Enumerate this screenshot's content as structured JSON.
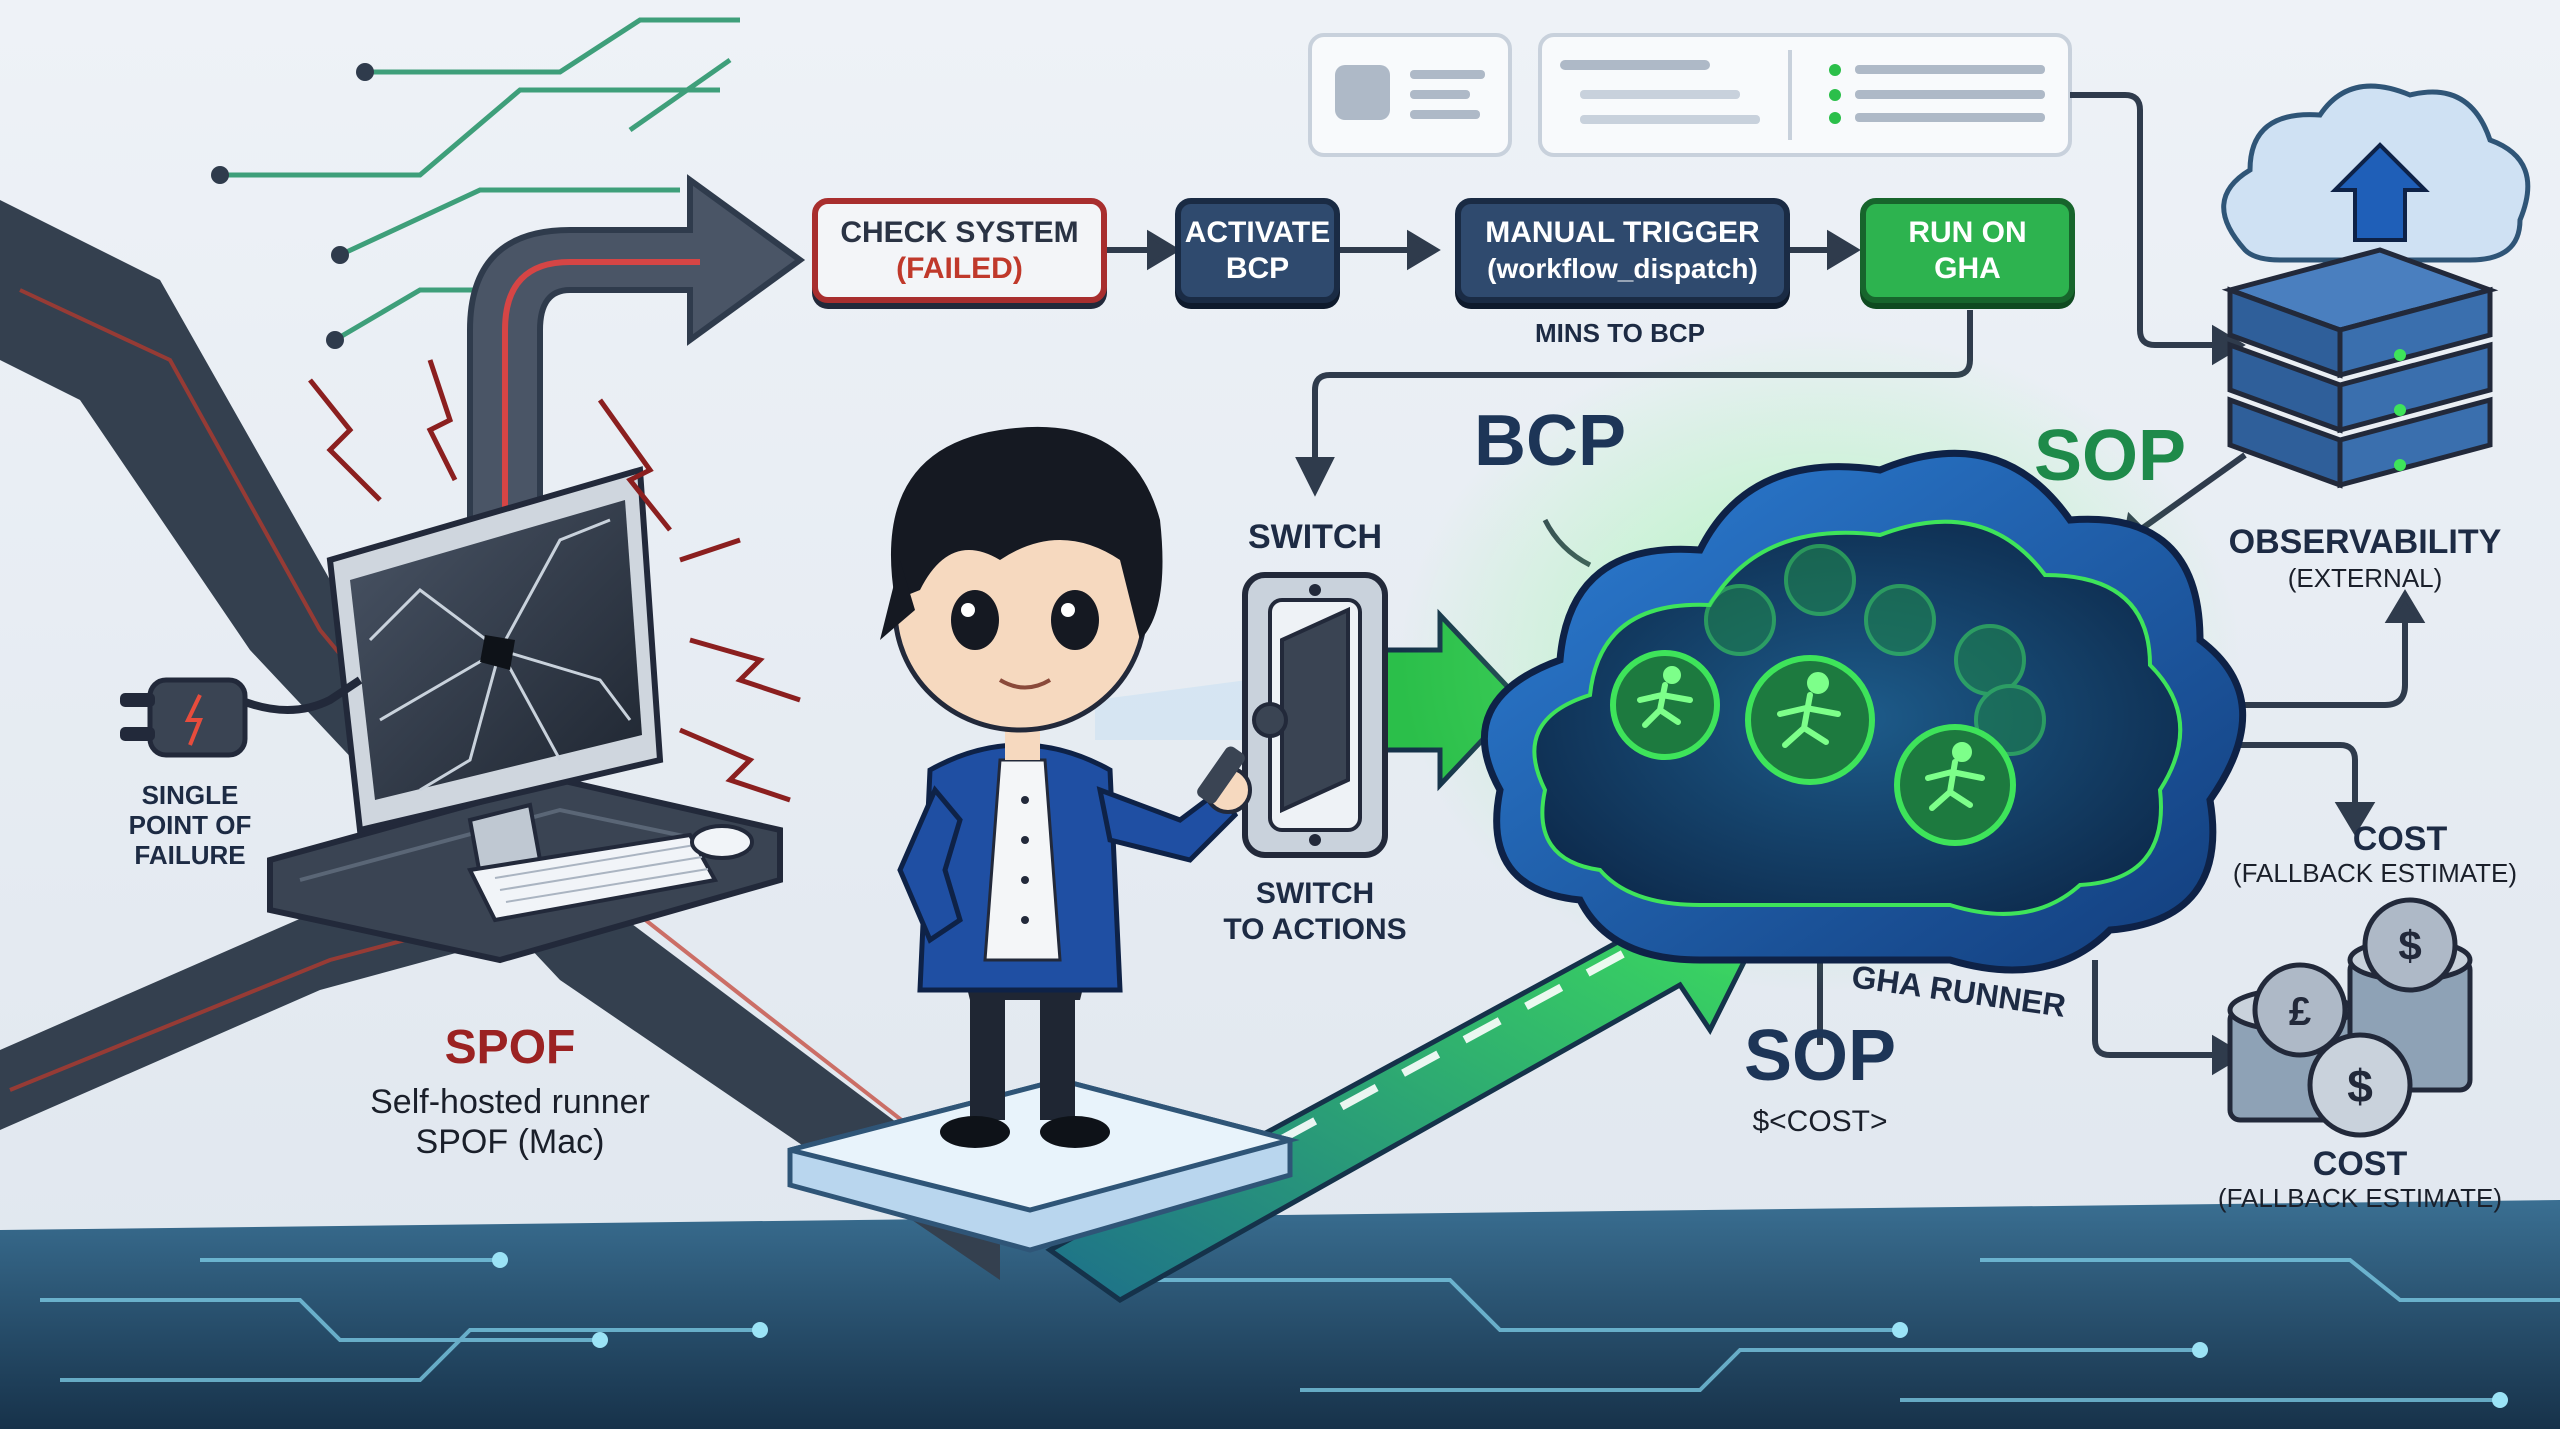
{
  "flow": {
    "check_system": {
      "line1": "CHECK SYSTEM",
      "line2": "(FAILED)"
    },
    "activate_bcp": {
      "line1": "ACTIVATE",
      "line2": "BCP"
    },
    "manual_trigger": {
      "line1": "MANUAL TRIGGER",
      "line2": "(workflow_dispatch)"
    },
    "run_on_gha": {
      "line1": "RUN ON",
      "line2": "GHA"
    },
    "mins_label": "MINS TO BCP"
  },
  "left": {
    "spf_line1": "SINGLE",
    "spf_line2": "POINT OF",
    "spf_line3": "FAILURE",
    "spof_title": "SPOF",
    "spof_sub1": "Self-hosted runner",
    "spof_sub2": "SPOF (Mac)"
  },
  "center": {
    "switch_top": "SWITCH",
    "switch_bottom1": "SWITCH",
    "switch_bottom2": "TO ACTIONS"
  },
  "cloud": {
    "bcp_label": "BCP",
    "sop_top": "SOP",
    "gha_runner": "GHA RUNNER",
    "sop_bottom": "SOP",
    "cost_placeholder": "$<COST>"
  },
  "right": {
    "observability": "OBSERVABILITY",
    "observability_sub": "(EXTERNAL)",
    "cost1": "COST",
    "cost1_sub": "(FALLBACK ESTIMATE)",
    "cost2": "COST",
    "cost2_sub": "(FALLBACK ESTIMATE)"
  },
  "colors": {
    "navy": "#1d3557",
    "red": "#c0392b",
    "green": "#2bbf4a",
    "teal": "#16a085",
    "slate": "#2f3b4c"
  },
  "icons": [
    "broken-monitor-icon",
    "power-plug-icon",
    "toggle-switch-icon",
    "key-icon",
    "cloud-icon",
    "runner-icon",
    "server-stack-icon",
    "coin-stack-icon",
    "window-card-icon"
  ]
}
